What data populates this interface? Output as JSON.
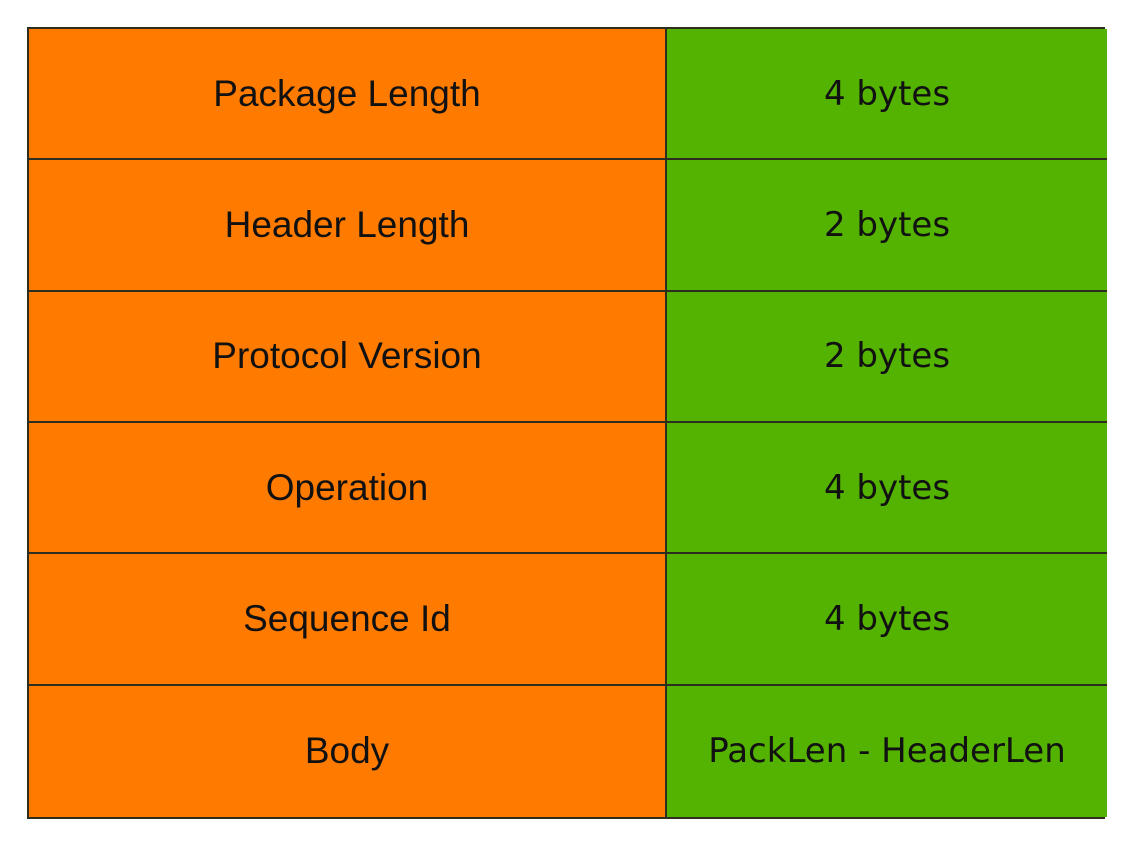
{
  "rows": [
    {
      "field": "Package Length",
      "size": "4 bytes"
    },
    {
      "field": "Header Length",
      "size": "2 bytes"
    },
    {
      "field": "Protocol Version",
      "size": "2 bytes"
    },
    {
      "field": "Operation",
      "size": "4 bytes"
    },
    {
      "field": "Sequence Id",
      "size": "4 bytes"
    },
    {
      "field": "Body",
      "size": "PackLen - HeaderLen"
    }
  ],
  "colors": {
    "field_bg": "#ff7b00",
    "size_bg": "#54b200",
    "border": "#2e2e1e"
  }
}
